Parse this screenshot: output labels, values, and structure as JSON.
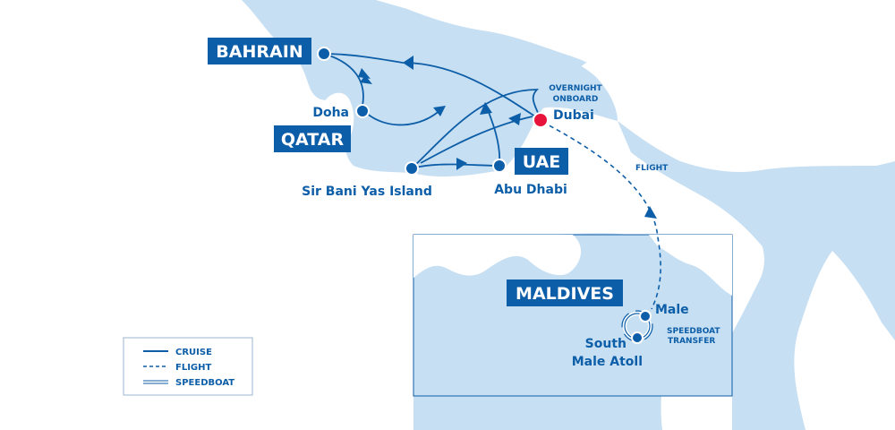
{
  "colors": {
    "sea": "#c7dff2",
    "land": "#ffffff",
    "accent": "#0d5ea8",
    "start": "#e8133a"
  },
  "countries": {
    "bahrain": "BAHRAIN",
    "qatar": "QATAR",
    "uae": "UAE",
    "maldives": "MALDIVES"
  },
  "places": {
    "doha": "Doha",
    "dubai": "Dubai",
    "abu_dhabi": "Abu Dhabi",
    "sir_bani_yas": "Sir Bani Yas Island",
    "male": "Male",
    "south_male_1": "South",
    "south_male_2": "Male Atoll"
  },
  "annotations": {
    "overnight_1": "OVERNIGHT",
    "overnight_2": "ONBOARD",
    "flight": "FLIGHT",
    "speedboat_1": "SPEEDBOAT",
    "speedboat_2": "TRANSFER"
  },
  "legend": {
    "cruise": "CRUISE",
    "flight": "FLIGHT",
    "speedboat": "SPEEDBOAT"
  }
}
